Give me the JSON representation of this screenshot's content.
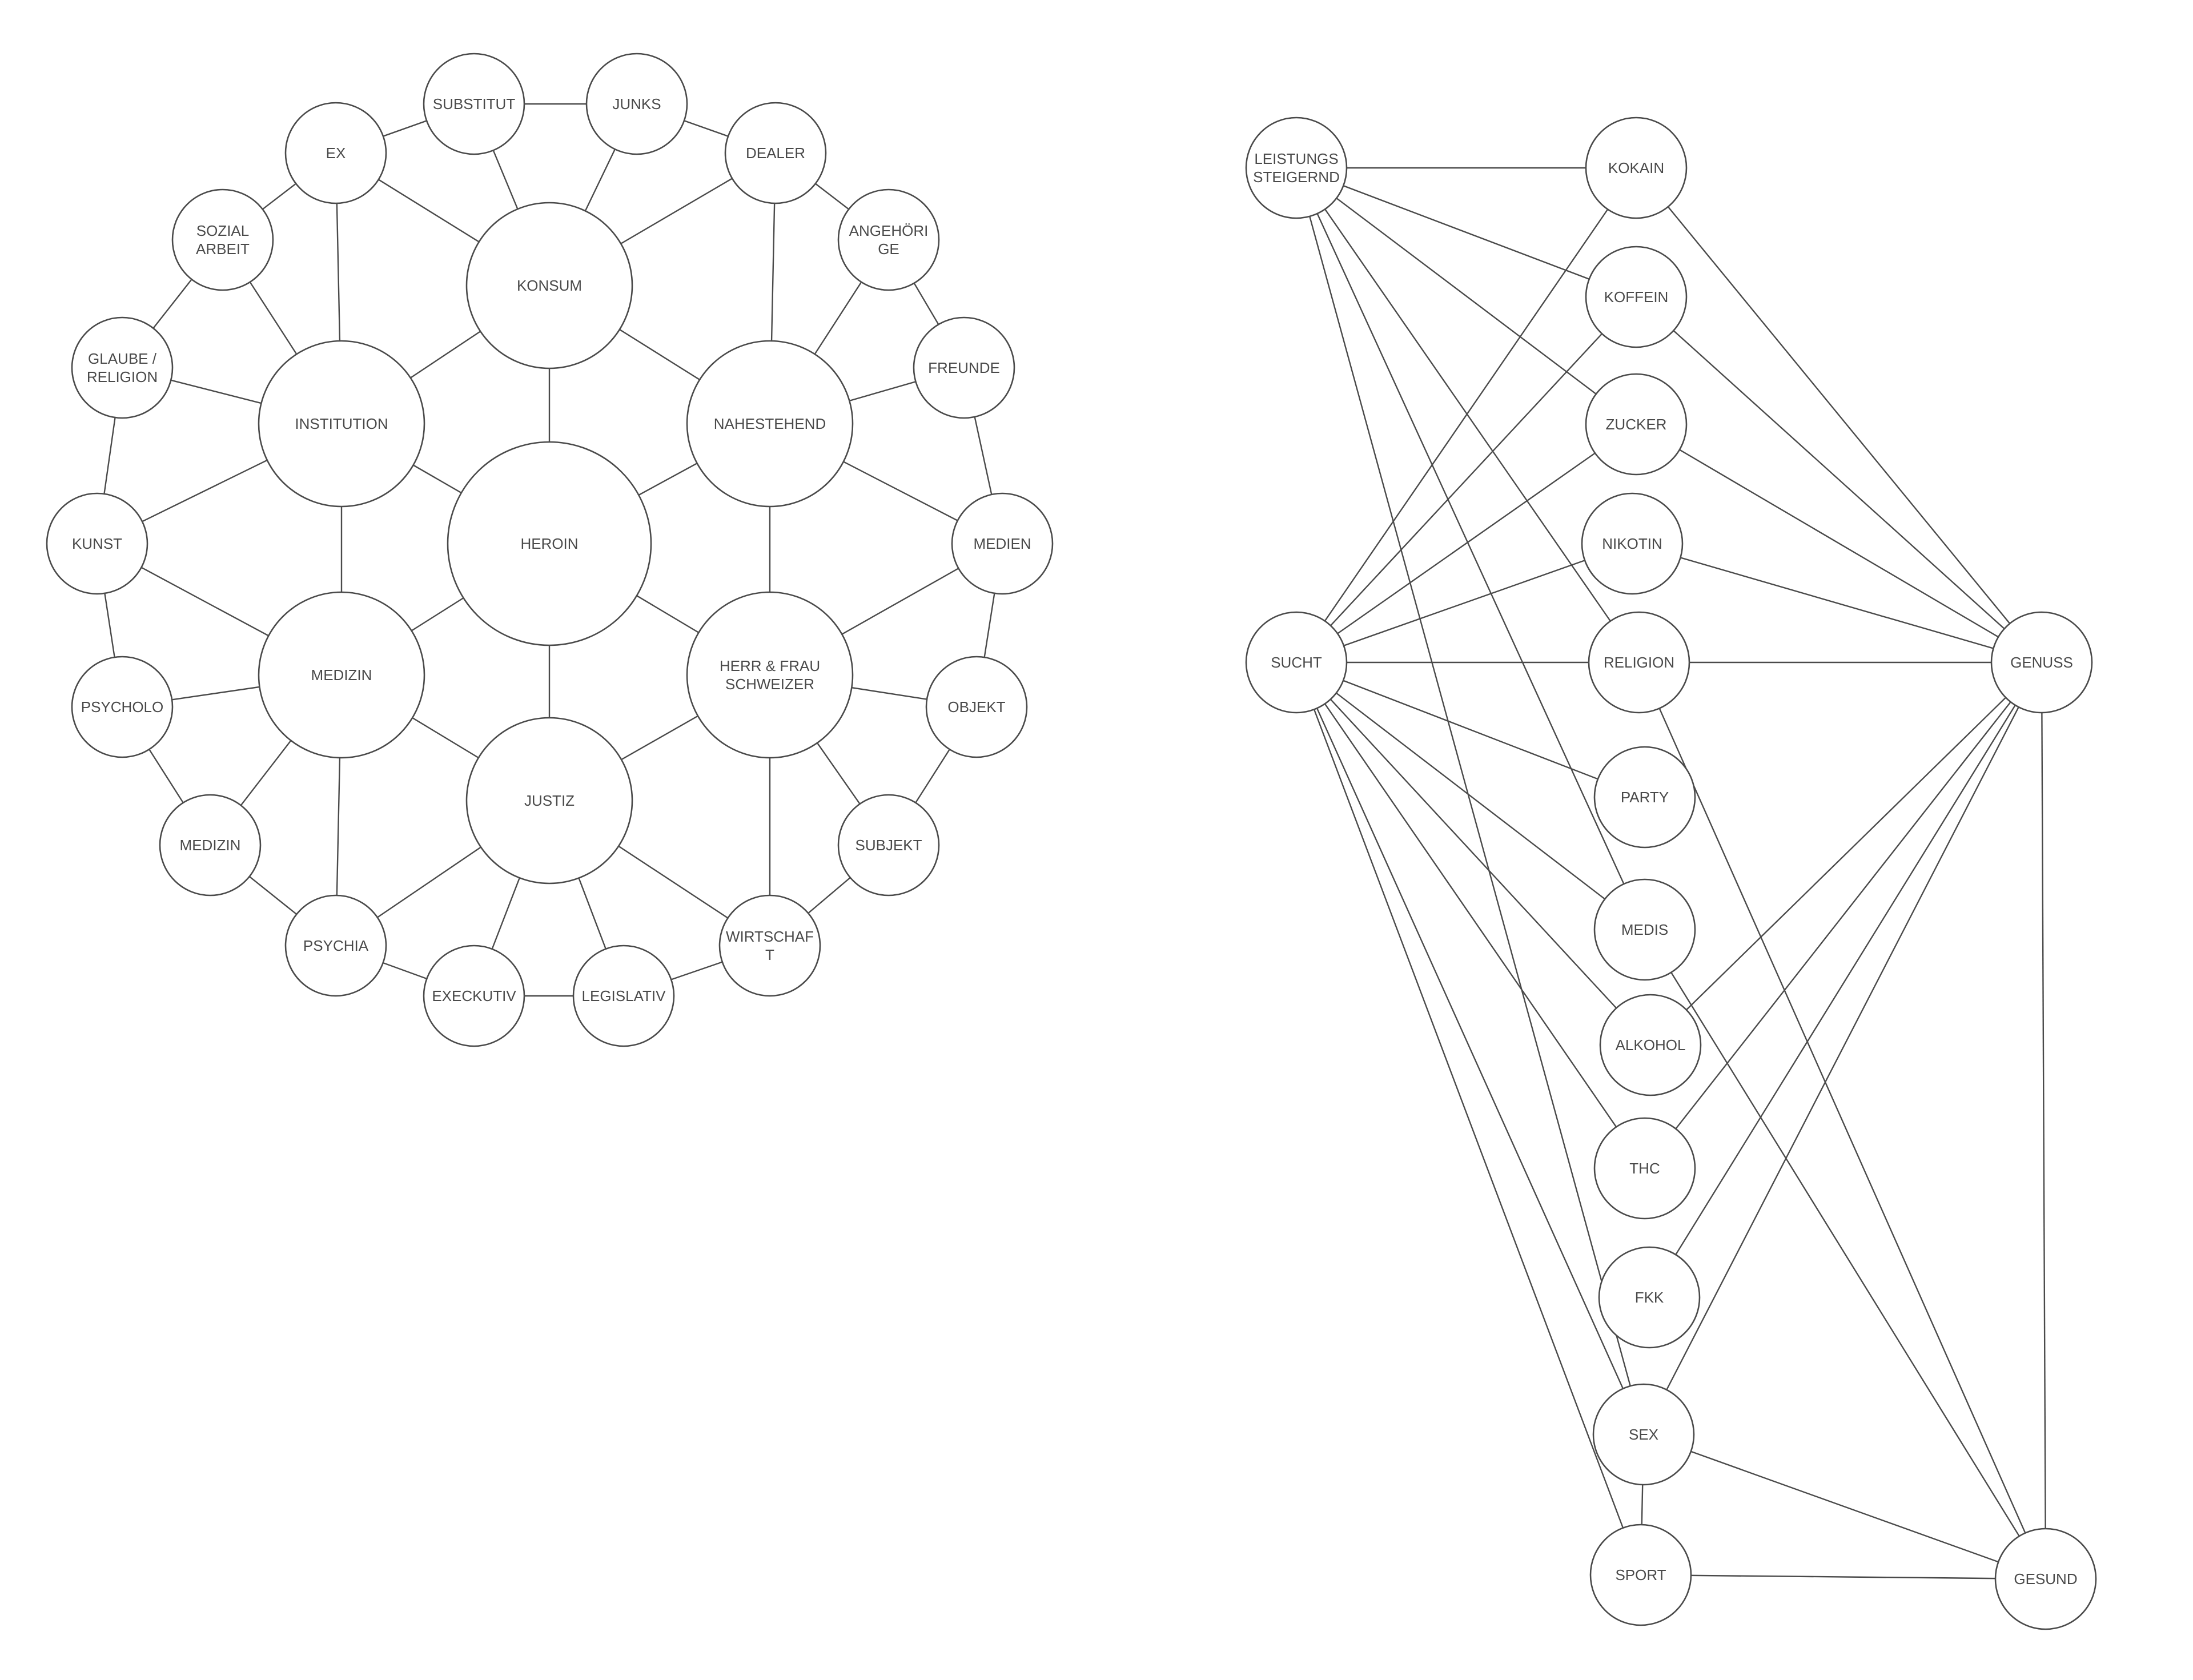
{
  "diagrams": [
    {
      "id": "heroin-network",
      "nodes": [
        {
          "id": "heroin",
          "lines": [
            "HEROIN"
          ]
        },
        {
          "id": "konsum",
          "lines": [
            "KONSUM"
          ]
        },
        {
          "id": "institution",
          "lines": [
            "INSTITUTION"
          ]
        },
        {
          "id": "nahestehend",
          "lines": [
            "NAHESTEHEND"
          ]
        },
        {
          "id": "medizin-big",
          "lines": [
            "MEDIZIN"
          ]
        },
        {
          "id": "herr-frau",
          "lines": [
            "HERR & FRAU",
            "SCHWEIZER"
          ]
        },
        {
          "id": "justiz",
          "lines": [
            "JUSTIZ"
          ]
        },
        {
          "id": "substitut",
          "lines": [
            "SUBSTITUT"
          ]
        },
        {
          "id": "junks",
          "lines": [
            "JUNKS"
          ]
        },
        {
          "id": "ex",
          "lines": [
            "EX"
          ]
        },
        {
          "id": "dealer",
          "lines": [
            "DEALER"
          ]
        },
        {
          "id": "sozial",
          "lines": [
            "SOZIAL",
            "ARBEIT"
          ]
        },
        {
          "id": "angehoerige",
          "lines": [
            "ANGEHÖRI",
            "GE"
          ]
        },
        {
          "id": "glaube",
          "lines": [
            "GLAUBE /",
            "RELIGION"
          ]
        },
        {
          "id": "freunde",
          "lines": [
            "FREUNDE"
          ]
        },
        {
          "id": "kunst",
          "lines": [
            "KUNST"
          ]
        },
        {
          "id": "medien",
          "lines": [
            "MEDIEN"
          ]
        },
        {
          "id": "psycholo",
          "lines": [
            "PSYCHOLO"
          ]
        },
        {
          "id": "objekt",
          "lines": [
            "OBJEKT"
          ]
        },
        {
          "id": "medizin-small",
          "lines": [
            "MEDIZIN"
          ]
        },
        {
          "id": "subjekt",
          "lines": [
            "SUBJEKT"
          ]
        },
        {
          "id": "psychia",
          "lines": [
            "PSYCHIA"
          ]
        },
        {
          "id": "wirtschaft",
          "lines": [
            "WIRTSCHAF",
            "T"
          ]
        },
        {
          "id": "exekutiv",
          "lines": [
            "EXECKUTIV"
          ]
        },
        {
          "id": "legislativ",
          "lines": [
            "LEGISLATIV"
          ]
        }
      ],
      "edges": [
        [
          "heroin",
          "konsum"
        ],
        [
          "heroin",
          "institution"
        ],
        [
          "heroin",
          "nahestehend"
        ],
        [
          "heroin",
          "medizin-big"
        ],
        [
          "heroin",
          "herr-frau"
        ],
        [
          "heroin",
          "justiz"
        ],
        [
          "konsum",
          "institution"
        ],
        [
          "konsum",
          "nahestehend"
        ],
        [
          "institution",
          "medizin-big"
        ],
        [
          "nahestehend",
          "herr-frau"
        ],
        [
          "medizin-big",
          "justiz"
        ],
        [
          "herr-frau",
          "justiz"
        ],
        [
          "konsum",
          "substitut"
        ],
        [
          "konsum",
          "junks"
        ],
        [
          "konsum",
          "ex"
        ],
        [
          "konsum",
          "dealer"
        ],
        [
          "ex",
          "substitut"
        ],
        [
          "substitut",
          "junks"
        ],
        [
          "junks",
          "dealer"
        ],
        [
          "ex",
          "sozial"
        ],
        [
          "ex",
          "institution"
        ],
        [
          "sozial",
          "glaube"
        ],
        [
          "sozial",
          "institution"
        ],
        [
          "dealer",
          "angehoerige"
        ],
        [
          "dealer",
          "nahestehend"
        ],
        [
          "angehoerige",
          "freunde"
        ],
        [
          "angehoerige",
          "nahestehend"
        ],
        [
          "glaube",
          "kunst"
        ],
        [
          "glaube",
          "institution"
        ],
        [
          "freunde",
          "medien"
        ],
        [
          "freunde",
          "nahestehend"
        ],
        [
          "kunst",
          "institution"
        ],
        [
          "kunst",
          "medizin-big"
        ],
        [
          "kunst",
          "psycholo"
        ],
        [
          "medien",
          "nahestehend"
        ],
        [
          "medien",
          "herr-frau"
        ],
        [
          "medien",
          "objekt"
        ],
        [
          "psycholo",
          "medizin-big"
        ],
        [
          "psycholo",
          "medizin-small"
        ],
        [
          "objekt",
          "herr-frau"
        ],
        [
          "objekt",
          "subjekt"
        ],
        [
          "medizin-small",
          "medizin-big"
        ],
        [
          "medizin-small",
          "psychia"
        ],
        [
          "subjekt",
          "herr-frau"
        ],
        [
          "subjekt",
          "wirtschaft"
        ],
        [
          "psychia",
          "medizin-big"
        ],
        [
          "psychia",
          "justiz"
        ],
        [
          "psychia",
          "exekutiv"
        ],
        [
          "wirtschaft",
          "herr-frau"
        ],
        [
          "wirtschaft",
          "justiz"
        ],
        [
          "wirtschaft",
          "legislativ"
        ],
        [
          "exekutiv",
          "justiz"
        ],
        [
          "exekutiv",
          "legislativ"
        ],
        [
          "legislativ",
          "justiz"
        ]
      ]
    },
    {
      "id": "sucht-genuss-network",
      "nodes": [
        {
          "id": "leistung",
          "lines": [
            "LEISTUNGS",
            "STEIGERND"
          ]
        },
        {
          "id": "sucht",
          "lines": [
            "SUCHT"
          ]
        },
        {
          "id": "genuss",
          "lines": [
            "GENUSS"
          ]
        },
        {
          "id": "gesund",
          "lines": [
            "GESUND"
          ]
        },
        {
          "id": "kokain",
          "lines": [
            "KOKAIN"
          ]
        },
        {
          "id": "koffein",
          "lines": [
            "KOFFEIN"
          ]
        },
        {
          "id": "zucker",
          "lines": [
            "ZUCKER"
          ]
        },
        {
          "id": "nikotin",
          "lines": [
            "NIKOTIN"
          ]
        },
        {
          "id": "religion",
          "lines": [
            "RELIGION"
          ]
        },
        {
          "id": "party",
          "lines": [
            "PARTY"
          ]
        },
        {
          "id": "medis",
          "lines": [
            "MEDIS"
          ]
        },
        {
          "id": "alkohol",
          "lines": [
            "ALKOHOL"
          ]
        },
        {
          "id": "thc",
          "lines": [
            "THC"
          ]
        },
        {
          "id": "fkk",
          "lines": [
            "FKK"
          ]
        },
        {
          "id": "sex",
          "lines": [
            "SEX"
          ]
        },
        {
          "id": "sport",
          "lines": [
            "SPORT"
          ]
        }
      ],
      "edges": [
        [
          "leistung",
          "kokain"
        ],
        [
          "leistung",
          "koffein"
        ],
        [
          "leistung",
          "zucker"
        ],
        [
          "leistung",
          "religion"
        ],
        [
          "leistung",
          "medis"
        ],
        [
          "leistung",
          "sex"
        ],
        [
          "sucht",
          "kokain"
        ],
        [
          "sucht",
          "koffein"
        ],
        [
          "sucht",
          "zucker"
        ],
        [
          "sucht",
          "nikotin"
        ],
        [
          "sucht",
          "religion"
        ],
        [
          "sucht",
          "party"
        ],
        [
          "sucht",
          "medis"
        ],
        [
          "sucht",
          "alkohol"
        ],
        [
          "sucht",
          "thc"
        ],
        [
          "sucht",
          "sex"
        ],
        [
          "sucht",
          "sport"
        ],
        [
          "genuss",
          "kokain"
        ],
        [
          "genuss",
          "koffein"
        ],
        [
          "genuss",
          "zucker"
        ],
        [
          "genuss",
          "nikotin"
        ],
        [
          "genuss",
          "religion"
        ],
        [
          "genuss",
          "alkohol"
        ],
        [
          "genuss",
          "thc"
        ],
        [
          "genuss",
          "fkk"
        ],
        [
          "genuss",
          "sex"
        ],
        [
          "genuss",
          "gesund"
        ],
        [
          "gesund",
          "religion"
        ],
        [
          "gesund",
          "medis"
        ],
        [
          "gesund",
          "sex"
        ],
        [
          "gesund",
          "sport"
        ],
        [
          "sex",
          "sport"
        ]
      ]
    }
  ]
}
